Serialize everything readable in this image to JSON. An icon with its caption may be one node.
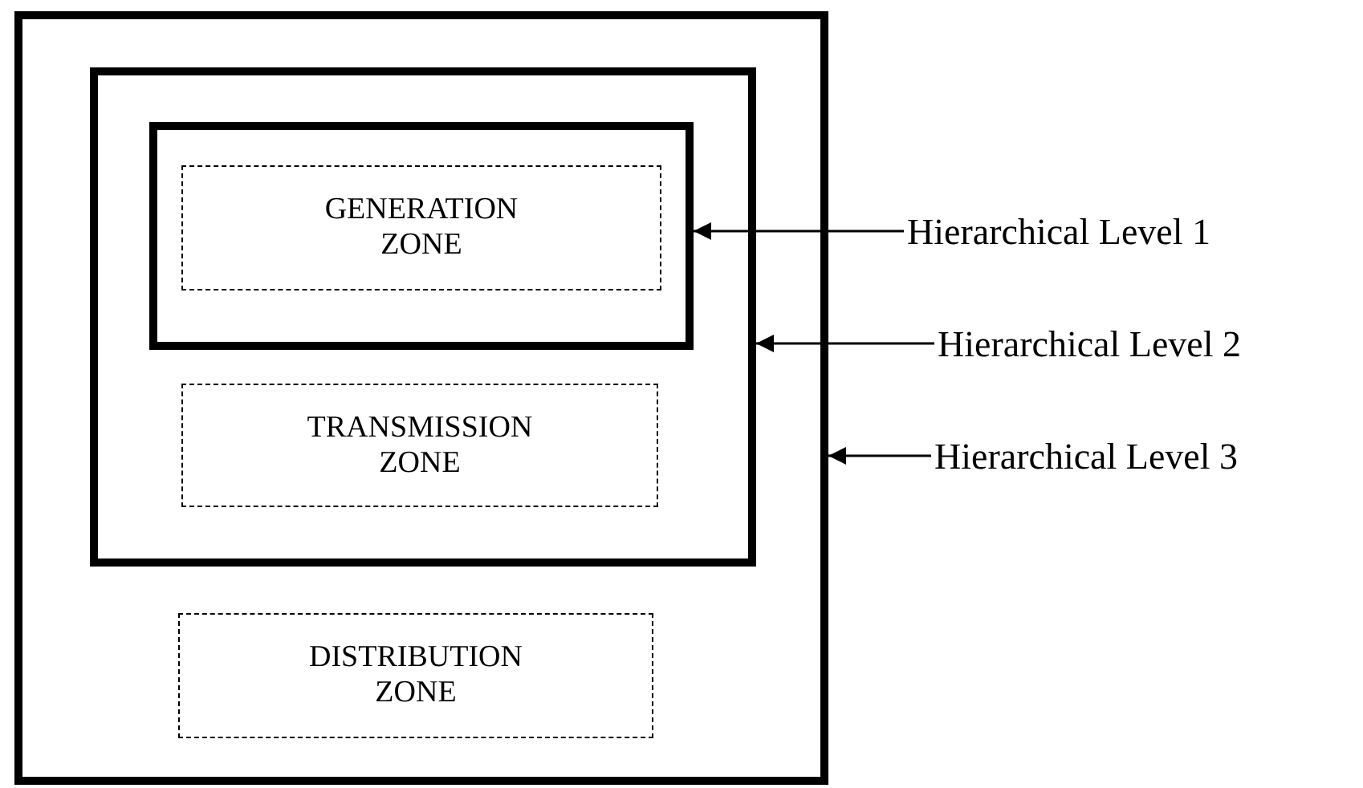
{
  "diagram": {
    "nodes": [
      {
        "text": [],
        "shape": "box"
      },
      {
        "text": [],
        "shape": "box",
        "in": 0
      },
      {
        "text": [],
        "shape": "box",
        "in": 1
      },
      {
        "text": [
          "GENERATION ZONE"
        ],
        "in": 2
      },
      {
        "text": [
          "TRANSMISSION ZONE"
        ],
        "in": 1
      },
      {
        "text": [
          "DISTRIBUTION ZONE"
        ],
        "in": 0
      },
      {
        "text": [
          "Hierarchical Level 1"
        ]
      },
      {
        "text": [
          "Hierarchical Level 2"
        ]
      },
      {
        "text": [
          "Hierarchical Level 3"
        ]
      }
    ],
    "edges": [
      {
        "from": 6,
        "to": 2,
        "arrow": "to"
      },
      {
        "from": 7,
        "to": 1,
        "arrow": "to"
      },
      {
        "from": 8,
        "to": 0,
        "arrow": "to"
      }
    ]
  }
}
